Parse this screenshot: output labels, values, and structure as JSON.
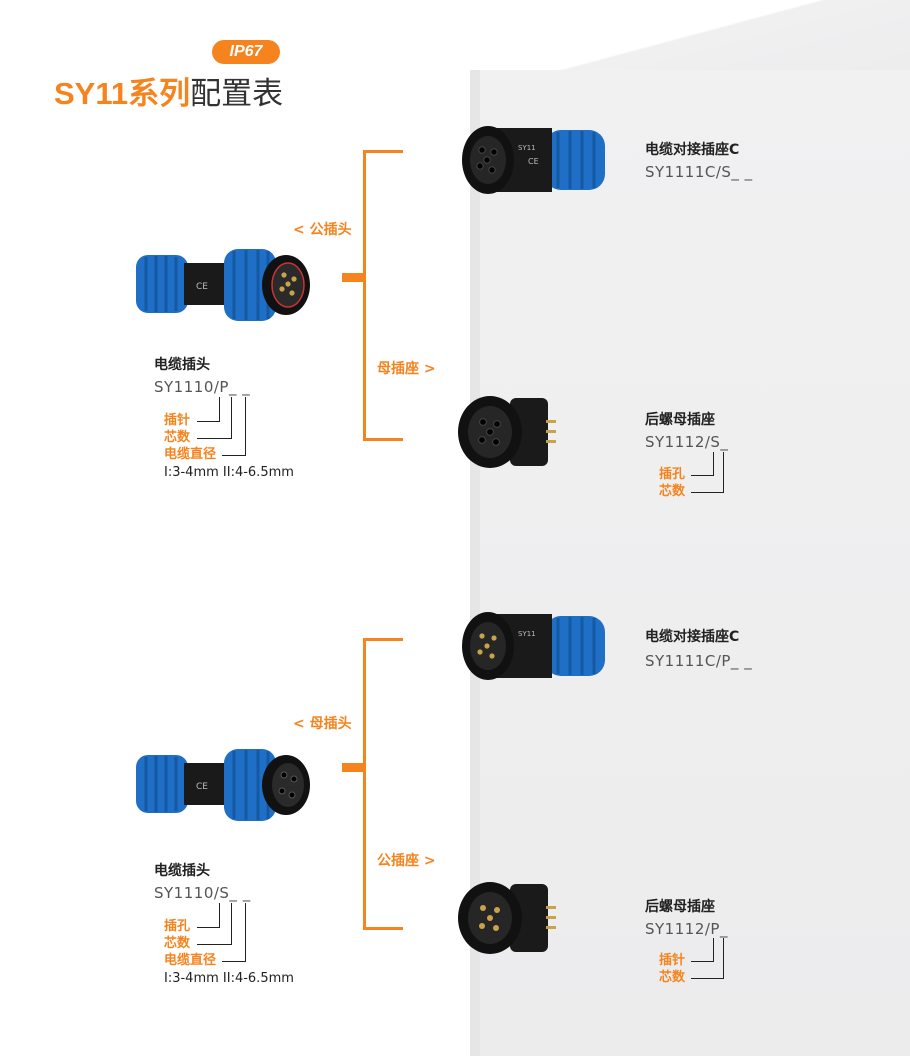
{
  "header": {
    "badge": "IP67",
    "title_highlight": "SY11系列",
    "title_rest": "配置表"
  },
  "colors": {
    "accent": "#f5841f",
    "connector_blue": "#1f6fc6",
    "connector_black": "#1a1a1a"
  },
  "groups": [
    {
      "left_product": {
        "name": "电缆插头",
        "code": "SY1110/P_ _",
        "legend": [
          "插针",
          "芯数",
          "电缆直径"
        ],
        "note": "I:3-4mm II:4-6.5mm",
        "image": "cable-plug-male-connector"
      },
      "branch_upper_label": "< 公插头",
      "branch_lower_label": "母插座 >",
      "right_top": {
        "name": "电缆对接插座C",
        "code": "SY1111C/S_ _",
        "image": "cable-coupler-female-connector"
      },
      "right_bottom": {
        "name": "后螺母插座",
        "code": "SY1112/S_",
        "legend": [
          "插孔",
          "芯数"
        ],
        "image": "rear-nut-socket-female"
      }
    },
    {
      "left_product": {
        "name": "电缆插头",
        "code": "SY1110/S_ _",
        "legend": [
          "插孔",
          "芯数",
          "电缆直径"
        ],
        "note": "I:3-4mm II:4-6.5mm",
        "image": "cable-plug-female-connector"
      },
      "branch_upper_label": "< 母插头",
      "branch_lower_label": "公插座 >",
      "right_top": {
        "name": "电缆对接插座C",
        "code": "SY1111C/P_ _",
        "image": "cable-coupler-male-connector"
      },
      "right_bottom": {
        "name": "后螺母插座",
        "code": "SY1112/P_",
        "legend": [
          "插针",
          "芯数"
        ],
        "image": "rear-nut-socket-male"
      }
    }
  ]
}
